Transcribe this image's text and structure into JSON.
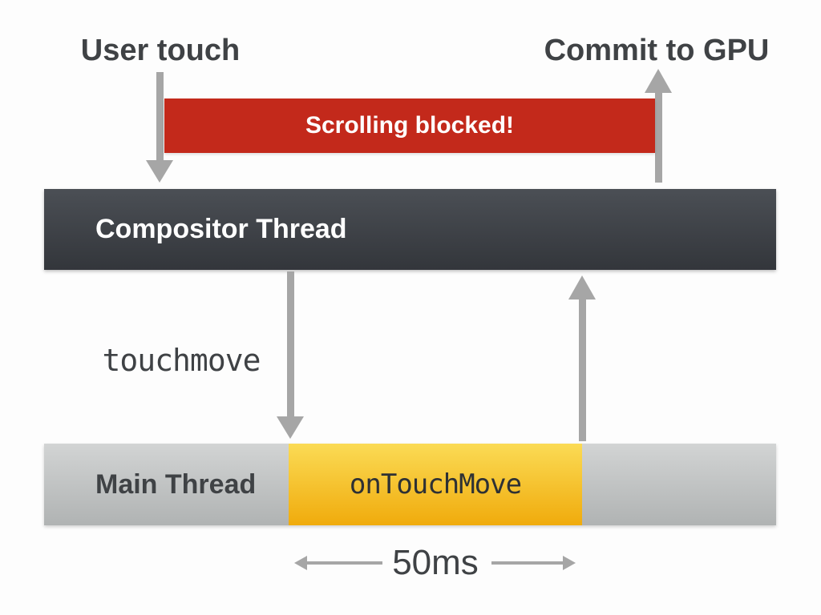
{
  "labels": {
    "user_touch": "User touch",
    "commit_to_gpu": "Commit to GPU",
    "scrolling_blocked": "Scrolling blocked!",
    "compositor_thread": "Compositor Thread",
    "touchmove_event": "touchmove",
    "main_thread": "Main Thread",
    "on_touch_move": "onTouchMove",
    "duration": "50ms"
  },
  "colors": {
    "background": "#fdfdfd",
    "text_dark": "#3f4245",
    "text_light": "#ffffff",
    "blocked_red": "#c3291b",
    "compositor_top": "#4b4f55",
    "compositor_bottom": "#33363b",
    "main_top": "#d2d4d4",
    "main_bottom": "#b0b3b3",
    "busy_top": "#fbdb55",
    "busy_bottom": "#f0ab0c",
    "arrow_gray": "#a6a6a6"
  },
  "icons": {
    "user_touch_arrow": "down-arrow",
    "commit_arrow": "up-arrow",
    "touchmove_arrow": "down-arrow",
    "main_response_arrow": "up-arrow",
    "duration_left_arrow": "left-arrow",
    "duration_right_arrow": "right-arrow"
  }
}
